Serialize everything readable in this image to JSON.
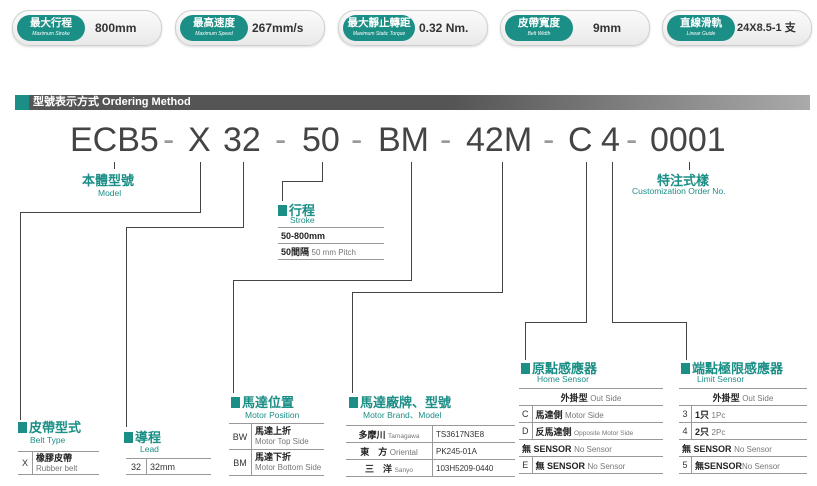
{
  "specs": [
    {
      "label_zh": "最大行程",
      "label_en": "Maximum Stroke",
      "value": "800mm"
    },
    {
      "label_zh": "最高速度",
      "label_en": "Maximum Speed",
      "value": "267mm/s"
    },
    {
      "label_zh": "最大靜止轉距",
      "label_en": "Maximum Static Torque",
      "value": "0.32 Nm."
    },
    {
      "label_zh": "皮帶寬度",
      "label_en": "Belt Width",
      "value": "9mm"
    },
    {
      "label_zh": "直線滑軌",
      "label_en": "Linear Guide",
      "value": "24X8.5-1 支"
    }
  ],
  "section_title": "型號表示方式 Ordering Method",
  "code": {
    "parts": [
      "ECB5",
      "X",
      "32",
      "50",
      "BM",
      "42M",
      "C",
      "4",
      "0001"
    ],
    "sep": "-"
  },
  "model": {
    "zh": "本體型號",
    "en": "Model"
  },
  "custom": {
    "zh": "特注式樣",
    "en": "Customization Order No."
  },
  "stroke": {
    "zh": "行程",
    "en": "Stroke",
    "range": "50-800mm",
    "pitch_zh": "50間隔",
    "pitch_en": "50 mm Pitch"
  },
  "belt": {
    "zh": "皮帶型式",
    "en": "Belt Type",
    "rows": [
      {
        "code": "X",
        "zh": "橡膠皮帶",
        "en": "Rubber belt"
      }
    ]
  },
  "lead": {
    "zh": "導程",
    "en": "Lead",
    "rows": [
      {
        "code": "32",
        "value": "32mm"
      }
    ]
  },
  "motor_pos": {
    "zh": "馬達位置",
    "en": "Motor Position",
    "rows": [
      {
        "code": "BW",
        "zh": "馬達上折",
        "en": "Motor Top Side"
      },
      {
        "code": "BM",
        "zh": "馬達下折",
        "en": "Motor Bottom Side"
      }
    ]
  },
  "motor_brand": {
    "zh": "馬達廠牌、型號",
    "en": "Motor Brand、Model",
    "rows": [
      {
        "zh": "多摩川",
        "en": "Tamagawa",
        "model": "TS3617N3E8"
      },
      {
        "zh": "東　方",
        "en": "Oriental",
        "model": "PK245-01A"
      },
      {
        "zh": "三　洋",
        "en": "Sanyo",
        "model": "103H5209-0440"
      }
    ]
  },
  "home_sensor": {
    "zh": "原點感應器",
    "en": "Home Sensor",
    "head_zh": "外掛型",
    "head_en": "Out Side",
    "rows": [
      {
        "code": "C",
        "zh": "馬達側",
        "en": "Motor Side"
      },
      {
        "code": "D",
        "zh": "反馬達側",
        "en": "Opposite Motor Side"
      },
      {
        "code": "無",
        "zh": "SENSOR",
        "en": "No Sensor"
      },
      {
        "code": "E",
        "zh": "無 SENSOR",
        "en": "No Sensor"
      }
    ]
  },
  "limit_sensor": {
    "zh": "端點極限感應器",
    "en": "Limit Sensor",
    "head_zh": "外掛型",
    "head_en": "Out Side",
    "rows": [
      {
        "code": "3",
        "zh": "1只",
        "en": "1Pc"
      },
      {
        "code": "4",
        "zh": "2只",
        "en": "2Pc"
      },
      {
        "code": "無",
        "zh": "SENSOR",
        "en": "No Sensor"
      },
      {
        "code": "5",
        "zh": "無SENSOR",
        "en": "No Sensor"
      }
    ]
  },
  "colors": {
    "accent": "#1b8e86",
    "text": "#444444",
    "bar": "#555555"
  }
}
